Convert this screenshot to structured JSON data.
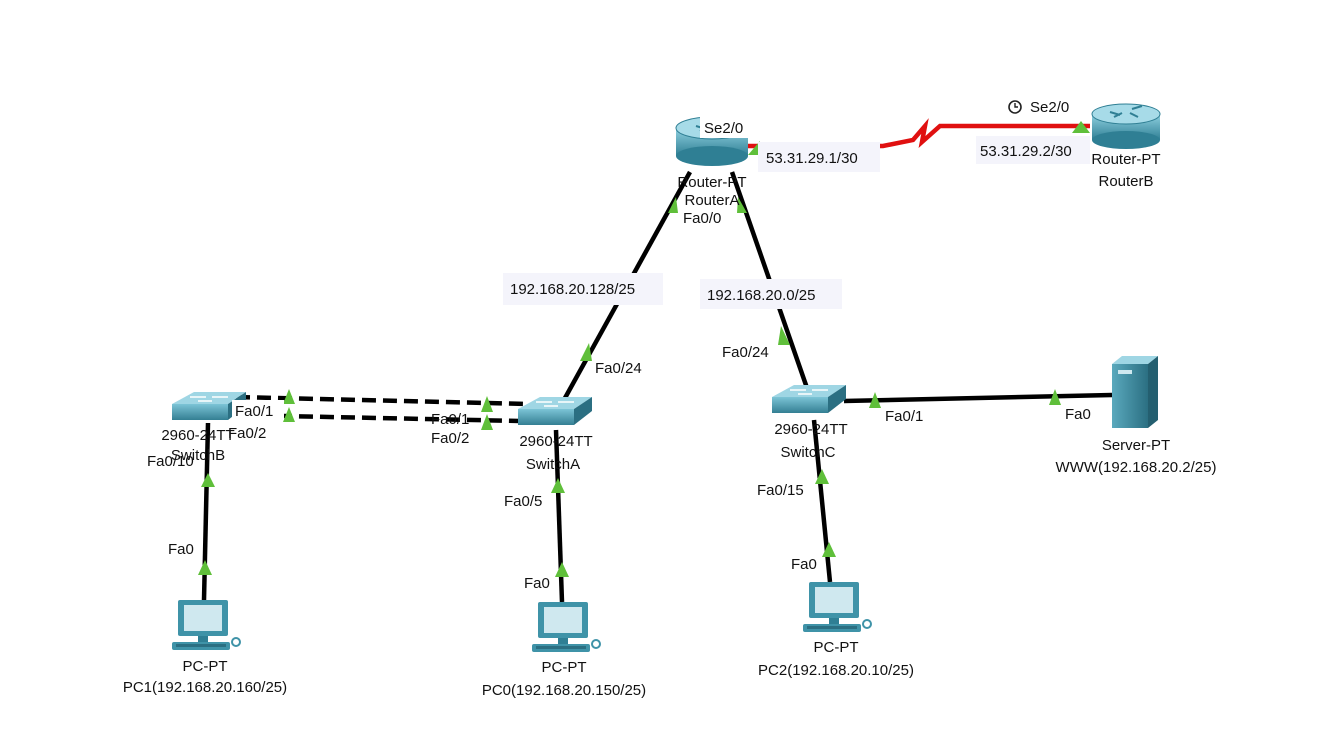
{
  "devices": {
    "router_a": {
      "model": "Router-PT",
      "name": "RouterA"
    },
    "router_b": {
      "model": "Router-PT",
      "name": "RouterB"
    },
    "switch_a": {
      "model": "2960-24TT",
      "name": "SwitchA"
    },
    "switch_b": {
      "model": "2960-24TT",
      "name": "SwitchB"
    },
    "switch_c": {
      "model": "2960-24TT",
      "name": "SwitchC"
    },
    "server": {
      "model": "Server-PT",
      "name": "WWW(192.168.20.2/25)"
    },
    "pc0": {
      "model": "PC-PT",
      "name": "PC0(192.168.20.150/25)"
    },
    "pc1": {
      "model": "PC-PT",
      "name": "PC1(192.168.20.160/25)"
    },
    "pc2": {
      "model": "PC-PT",
      "name": "PC2(192.168.20.10/25)"
    }
  },
  "networks": {
    "wan": "53.31.29.1/30",
    "wan_b": "53.31.29.2/30",
    "lan_a": "192.168.20.128/25",
    "lan_c": "192.168.20.0/25"
  },
  "ports": {
    "ra_se": "Se2/0",
    "rb_se": "Se2/0",
    "ra_fa": "Fa0/0",
    "sa_up": "Fa0/24",
    "sc_up": "Fa0/24",
    "sa_fa1": "Fa0/1",
    "sa_fa2": "Fa0/2",
    "sb_fa1": "Fa0/1",
    "sb_fa2": "Fa0/2",
    "sb_fa10": "Fa0/10",
    "sa_fa5": "Fa0/5",
    "sc_fa15": "Fa0/15",
    "sc_fa1": "Fa0/1",
    "srv_fa0": "Fa0",
    "pc0_fa0": "Fa0",
    "pc1_fa0": "Fa0",
    "pc2_fa0": "Fa0"
  },
  "icons": {
    "clock": "clock-icon",
    "router": "router-icon",
    "switch": "switch-icon",
    "server": "server-icon",
    "pc": "pc-icon"
  },
  "colors": {
    "serial_link": "#e01010",
    "port_up": "#5fbf3a",
    "device": "#3f93a8"
  }
}
